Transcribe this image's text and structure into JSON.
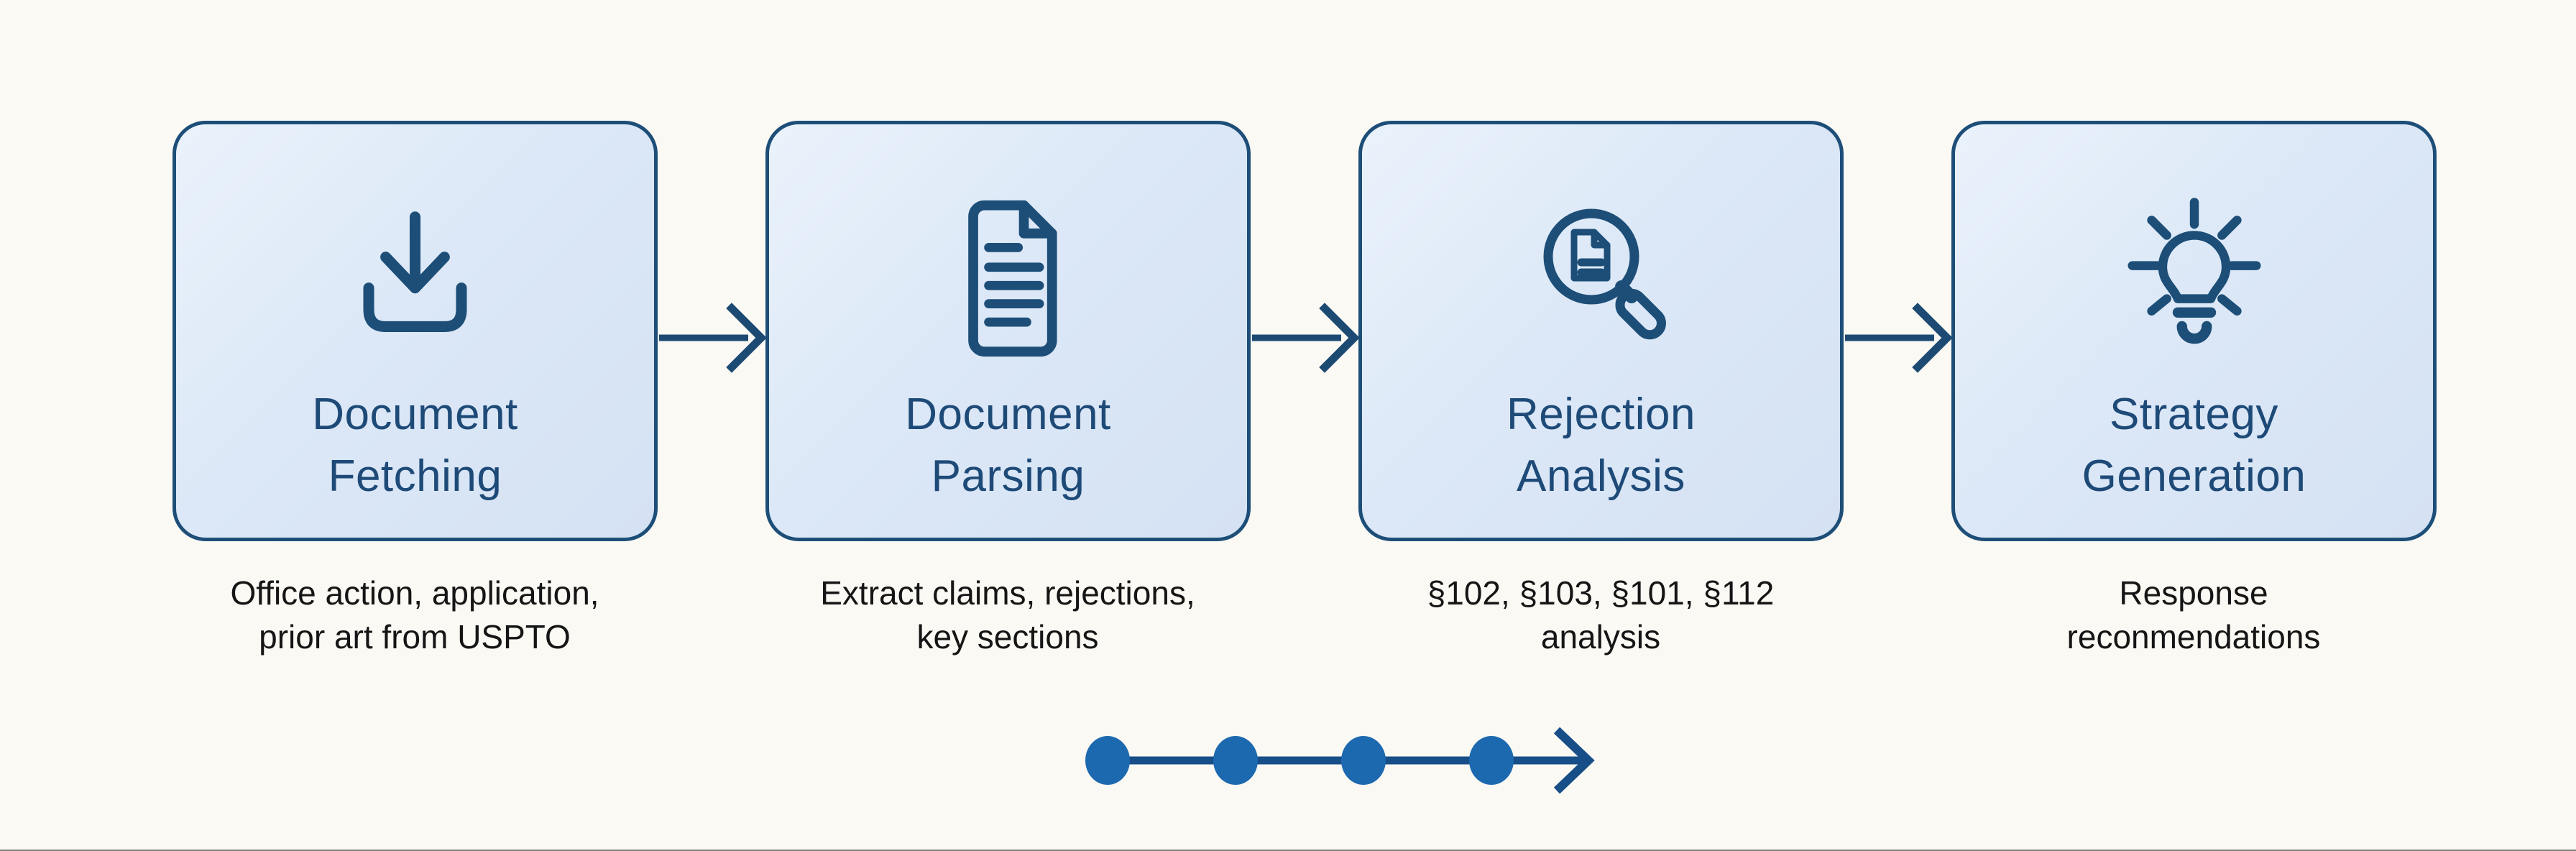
{
  "diagram": {
    "type": "process-flow",
    "background": "#fbf9f4"
  },
  "colors": {
    "box_fill": "#dce8f7",
    "box_border": "#1d4e78",
    "title_text": "#1e4a78",
    "caption_text": "#151515",
    "flow_arrow": "#1d4a72",
    "progress_dot": "#1c69af",
    "progress_line": "#174e88"
  },
  "steps": [
    {
      "id": "document-fetching",
      "icon": "download-icon",
      "title": "Document\nFetching",
      "caption": "Office action, application,\nprior art from USPTO"
    },
    {
      "id": "document-parsing",
      "icon": "document-icon",
      "title": "Document\nParsing",
      "caption": "Extract claims, rejections,\nkey sections"
    },
    {
      "id": "rejection-analysis",
      "icon": "magnifier-document-icon",
      "title": "Rejection\nAnalysis",
      "caption": "§102, §103, §101, §112\nanalysis"
    },
    {
      "id": "strategy-generation",
      "icon": "lightbulb-icon",
      "title": "Strategy\nGeneration",
      "caption": "Response\nreconmendations"
    }
  ],
  "progress": {
    "dot_count": 4,
    "direction": "right"
  }
}
